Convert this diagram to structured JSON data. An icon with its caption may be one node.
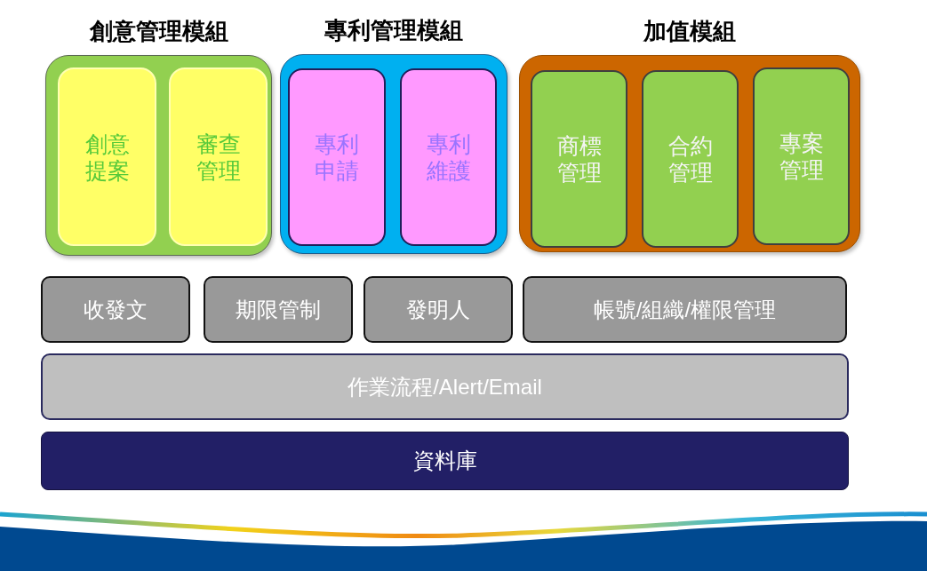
{
  "diagram": {
    "nodes": [
      {
        "text": [
          "創意管理模組"
        ]
      },
      {
        "text": [
          "創意提案"
        ],
        "in": 0
      },
      {
        "text": [
          "審查管理"
        ],
        "in": 0
      },
      {
        "text": [
          "專利管理模組"
        ]
      },
      {
        "text": [
          "專利申請"
        ],
        "in": 3
      },
      {
        "text": [
          "專利維護"
        ],
        "in": 3
      },
      {
        "text": [
          "加值模組"
        ]
      },
      {
        "text": [
          "商標管理"
        ],
        "in": 6
      },
      {
        "text": [
          "合約管理"
        ],
        "in": 6
      },
      {
        "text": [
          "專案管理"
        ],
        "in": 6
      },
      {
        "text": [
          "收發文"
        ]
      },
      {
        "text": [
          "期限管制"
        ]
      },
      {
        "text": [
          "發明人"
        ]
      },
      {
        "text": [
          "帳號/組織/權限管理"
        ]
      },
      {
        "text": [
          "作業流程/Alert/Email"
        ]
      },
      {
        "text": [
          "資料庫"
        ]
      }
    ]
  }
}
